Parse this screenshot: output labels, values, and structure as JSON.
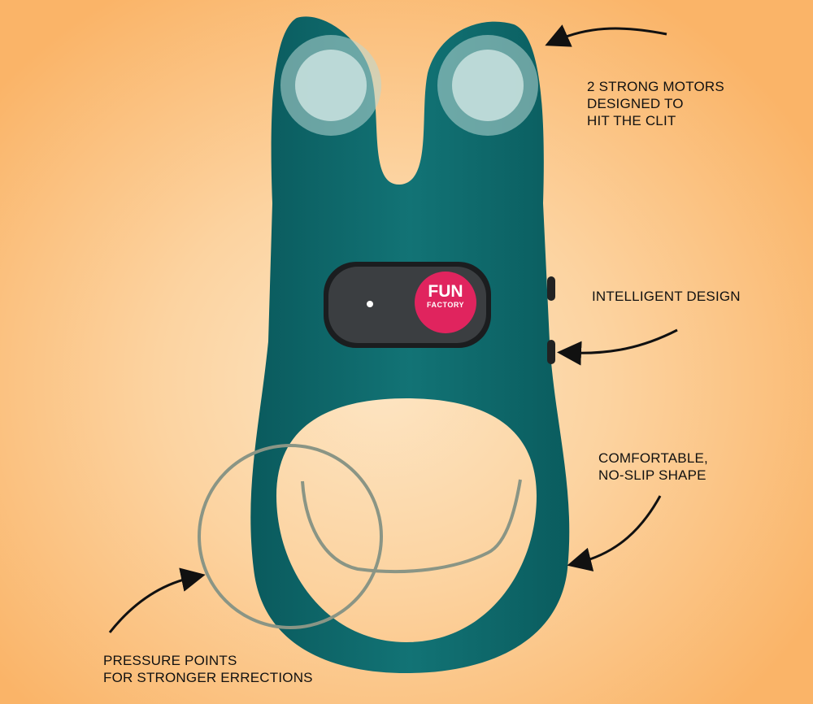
{
  "product": {
    "logo_line1": "FUN",
    "logo_line2": "FACTORY"
  },
  "callouts": {
    "motors": {
      "lines": [
        "2 STRONG MOTORS",
        "DESIGNED TO",
        "HIT THE CLIT"
      ]
    },
    "design": {
      "lines": [
        "INTELLIGENT DESIGN"
      ]
    },
    "shape": {
      "lines": [
        "COMFORTABLE,",
        "NO-SLIP SHAPE"
      ]
    },
    "pressure": {
      "lines": [
        "PRESSURE POINTS",
        "FOR STRONGER ERRECTIONS"
      ]
    }
  },
  "colors": {
    "device": "#0f6a6c",
    "logo": "#e0245e",
    "panel": "#2a2c2e"
  }
}
